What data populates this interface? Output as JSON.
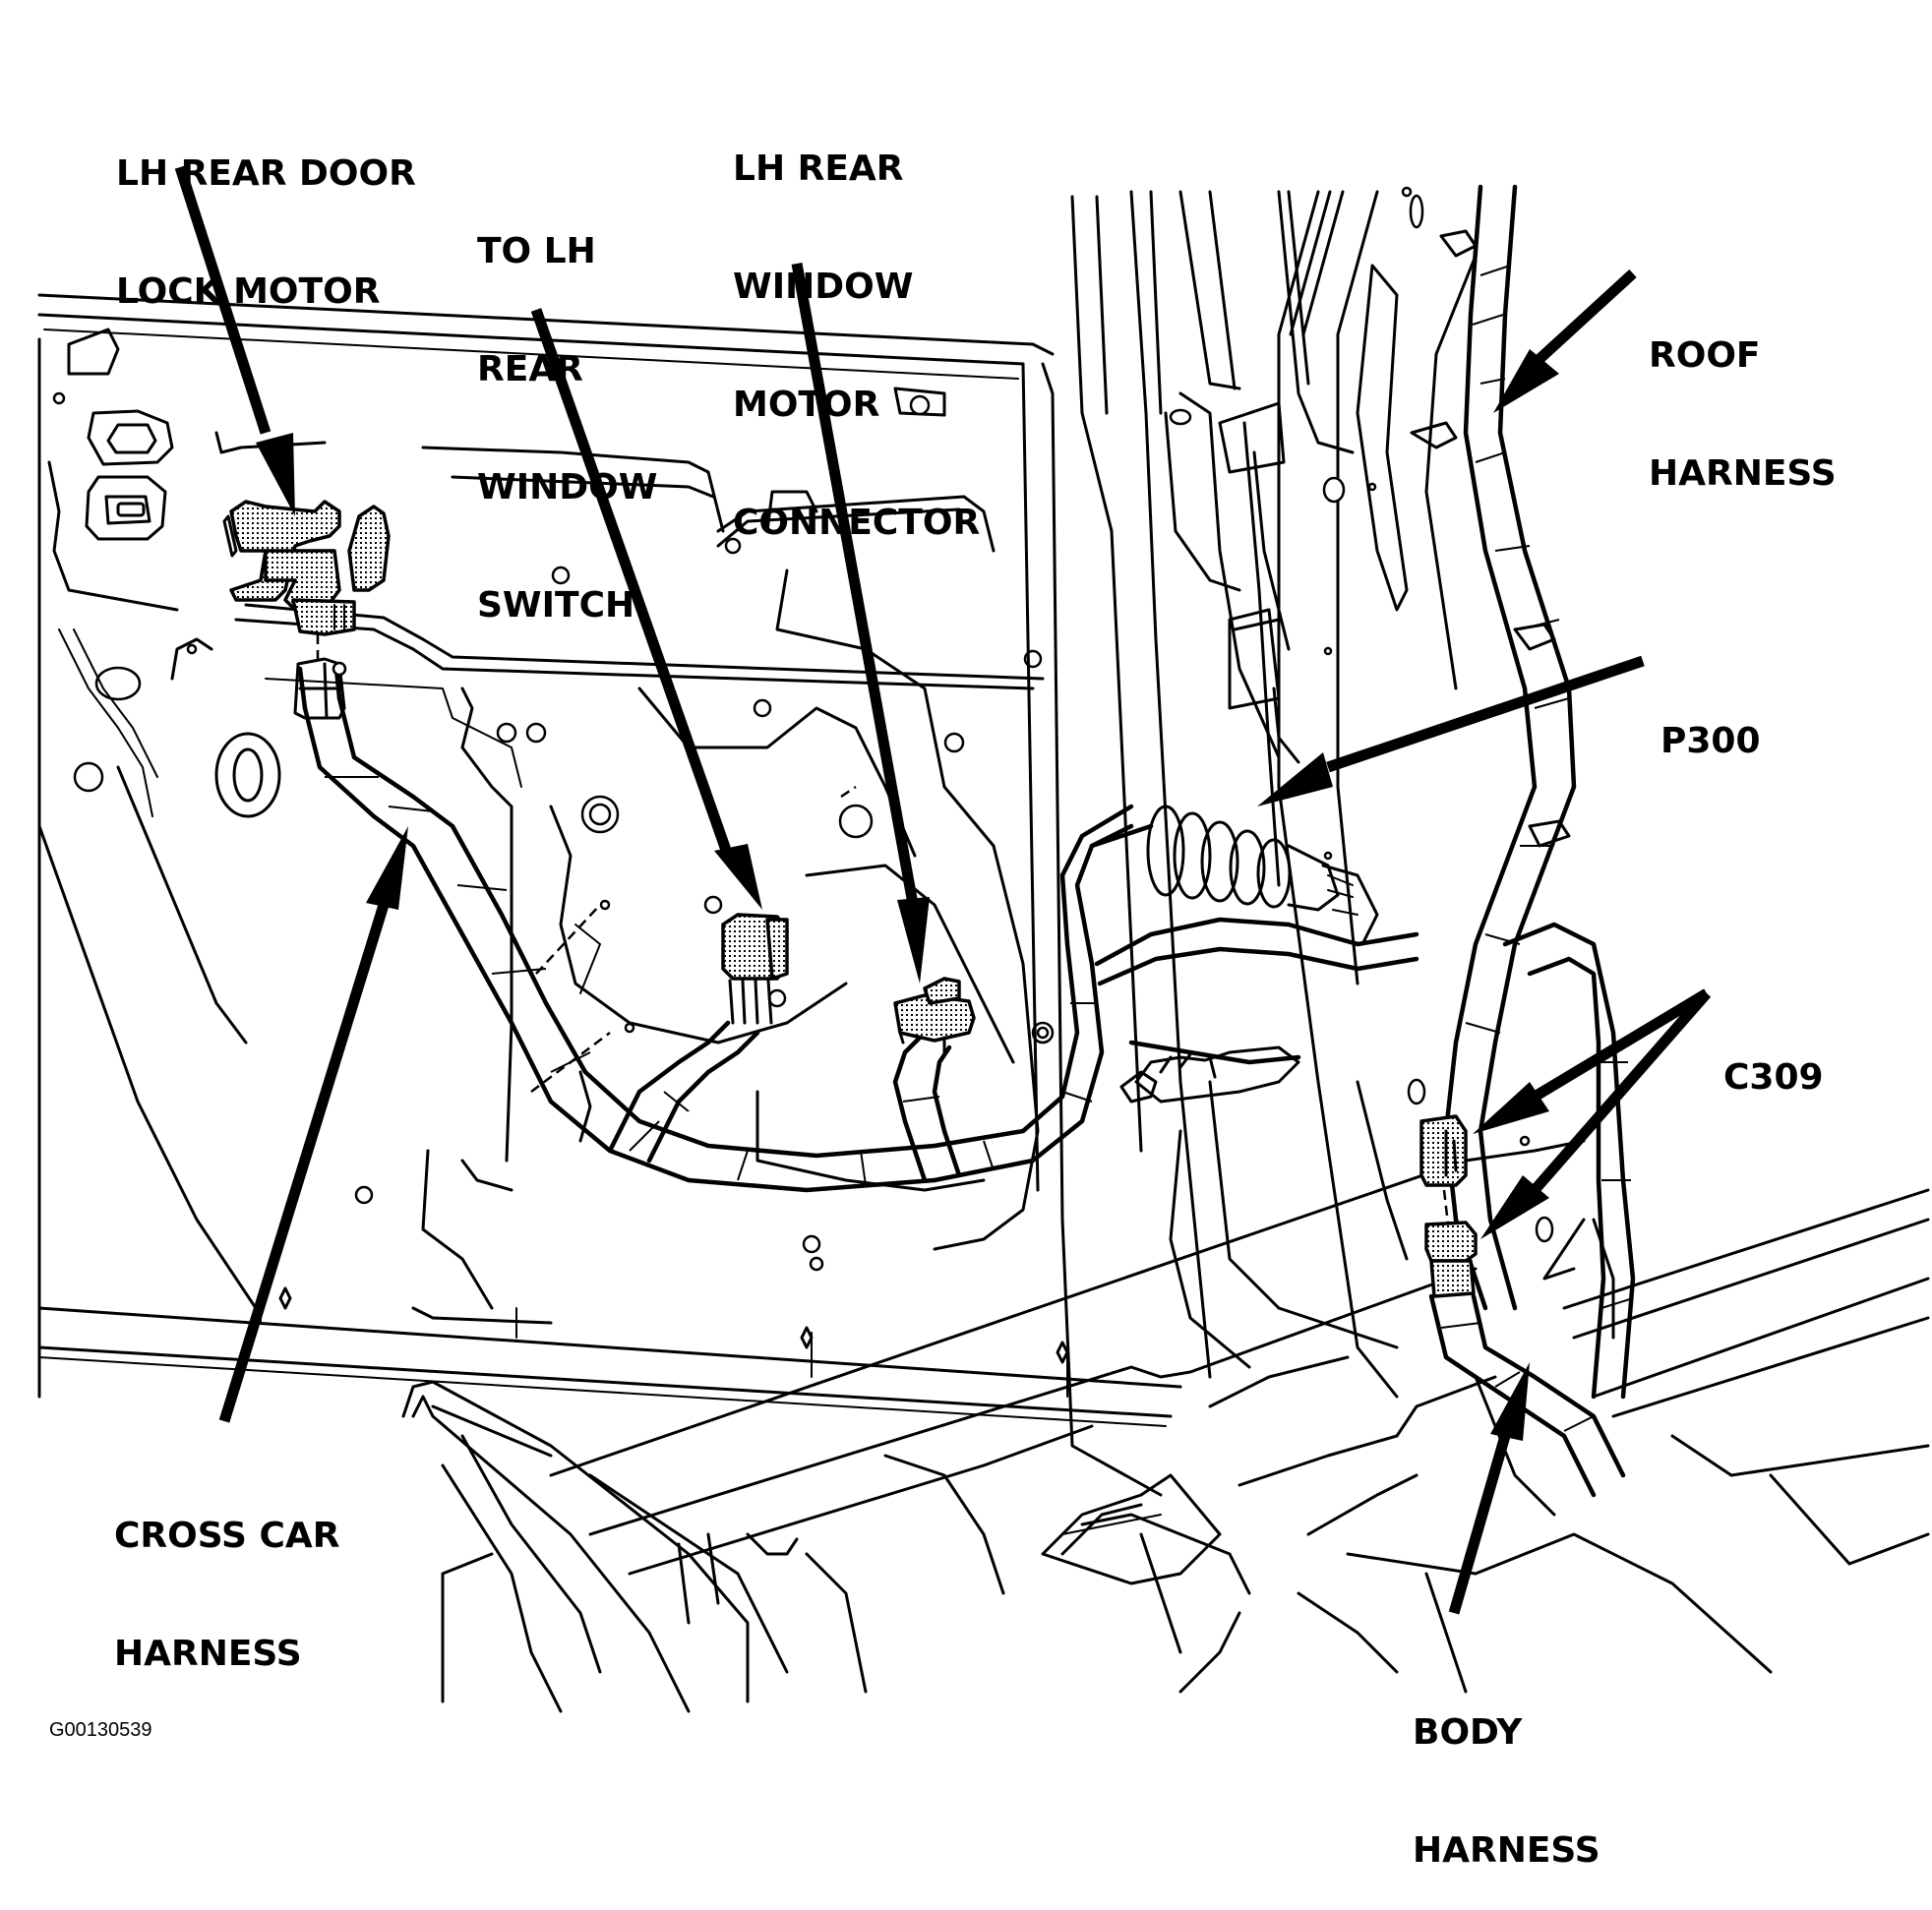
{
  "figure": {
    "title": "LH Rear Door Wiring Harness Routing",
    "figure_id": "G00130539"
  },
  "callouts": [
    {
      "id": "lh-rear-door-lock-motor",
      "lines": [
        "LH REAR DOOR",
        "LOCK MOTOR"
      ]
    },
    {
      "id": "to-lh-rear-window-switch",
      "lines": [
        "TO LH",
        "REAR",
        "WINDOW",
        "SWITCH"
      ]
    },
    {
      "id": "lh-rear-window-motor-connector",
      "lines": [
        "LH REAR",
        "WINDOW",
        "MOTOR",
        "CONNECTOR"
      ]
    },
    {
      "id": "roof-harness",
      "lines": [
        "ROOF",
        "HARNESS"
      ]
    },
    {
      "id": "p300",
      "lines": [
        "P300"
      ]
    },
    {
      "id": "c309",
      "lines": [
        "C309"
      ]
    },
    {
      "id": "cross-car-harness",
      "lines": [
        "CROSS CAR",
        "HARNESS"
      ]
    },
    {
      "id": "body-harness",
      "lines": [
        "BODY",
        "HARNESS"
      ]
    }
  ],
  "components": [
    {
      "id": "lock-motor",
      "name": "LH Rear Door Lock Motor",
      "shaded": true
    },
    {
      "id": "window-switch-connector",
      "name": "LH Rear Window Switch Connector",
      "shaded": true
    },
    {
      "id": "window-motor-connector",
      "name": "LH Rear Window Motor Connector",
      "shaded": true
    },
    {
      "id": "p300-grommet",
      "name": "P300 Pass-through Grommet",
      "shaded": false
    },
    {
      "id": "c309-connector-upper",
      "name": "C309 Connector (Harness Half)",
      "shaded": true
    },
    {
      "id": "c309-connector-lower",
      "name": "C309 Connector (Body Half)",
      "shaded": true
    }
  ]
}
